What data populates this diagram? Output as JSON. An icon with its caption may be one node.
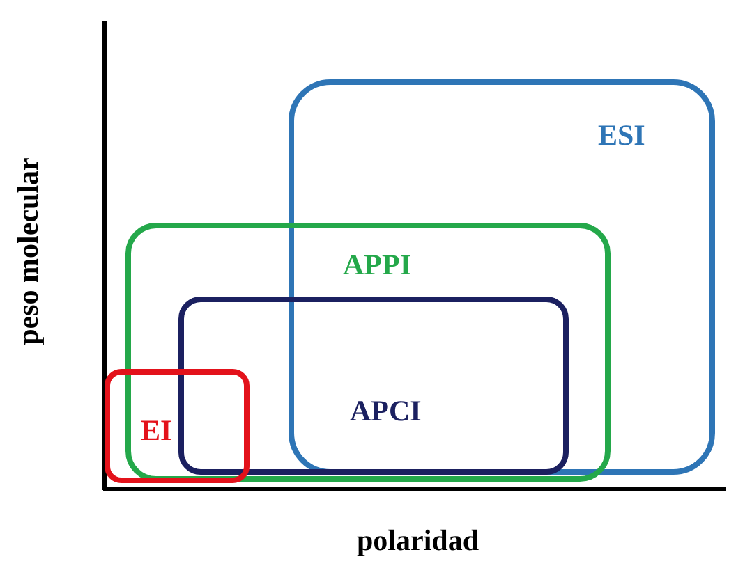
{
  "diagram": {
    "nodes": [
      {
        "text": [
          "ESI"
        ]
      },
      {
        "text": [
          "APPI"
        ]
      },
      {
        "text": [
          "APCI"
        ],
        "in": 1
      },
      {
        "text": [
          "EI"
        ]
      }
    ],
    "labels": [
      "peso molecular",
      "polaridad"
    ]
  }
}
